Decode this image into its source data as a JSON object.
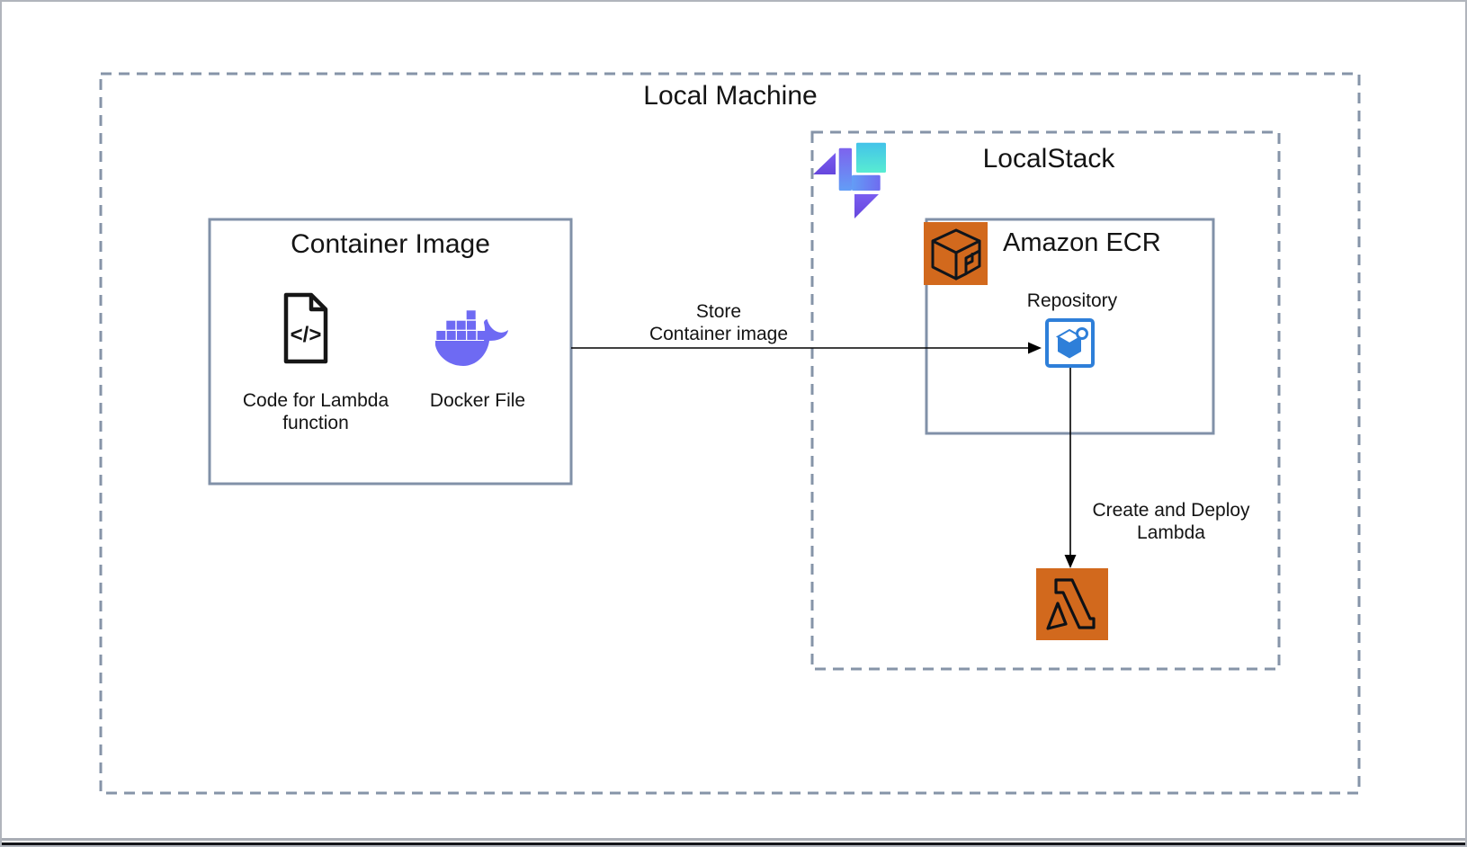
{
  "local_machine": {
    "title": "Local Machine"
  },
  "localstack": {
    "title": "LocalStack"
  },
  "container_image": {
    "title": "Container Image",
    "code_label_line1": "Code for Lambda",
    "code_label_line2": "function",
    "docker_label": "Docker File"
  },
  "ecr": {
    "title": "Amazon ECR",
    "repository_label": "Repository"
  },
  "arrows": {
    "store_label_line1": "Store",
    "store_label_line2": "Container image",
    "deploy_label_line1": "Create and Deploy",
    "deploy_label_line2": "Lambda"
  },
  "icons": {
    "localstack_logo": "localstack-logo",
    "code_file": "code-file-icon",
    "docker": "docker-whale-icon",
    "ecr_service": "amazon-ecr-icon",
    "ecr_repository": "ecr-repository-icon",
    "lambda": "aws-lambda-icon"
  },
  "colors": {
    "solid_border": "#8191a8",
    "dashed_border": "#8694a8",
    "aws_orange": "#d2691d",
    "docker_purple": "#6e6af3",
    "repository_blue": "#2e7fd9",
    "localstack_purple": "#6d54e8",
    "localstack_teal": "#55e6d0",
    "localstack_blue": "#639df6",
    "text": "#141414",
    "window_bottom_bar": "#15161b"
  }
}
